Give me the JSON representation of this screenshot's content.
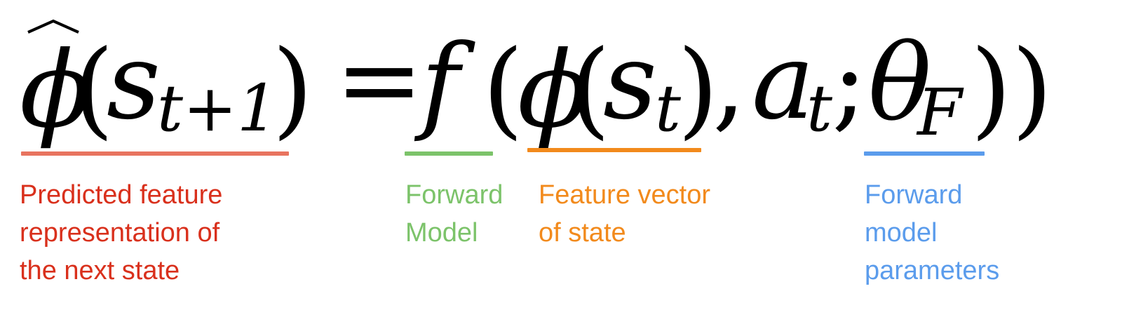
{
  "equation": {
    "phi_hat": "ϕ",
    "hat": "^",
    "open_paren_1": "(",
    "s": "s",
    "sub_t_plus_1": "t+1",
    "close_paren_1": ")",
    "equals": "=",
    "f": "f",
    "open_paren_2": "(",
    "phi": "ϕ",
    "open_paren_3": "(",
    "s2": "s",
    "sub_t": "t",
    "close_paren_3": ")",
    "comma": ",",
    "a": "a",
    "sub_t_2": "t",
    "semicolon": ";",
    "theta": "θ",
    "sub_F": "F",
    "close_parens": "))"
  },
  "annotations": [
    {
      "id": "predicted",
      "text": "Predicted feature\nrepresentation of\nthe next state",
      "color": "#d9301c",
      "bar_color": "#e8745f"
    },
    {
      "id": "forward-model",
      "text": "Forward\nModel",
      "color": "#7cc36a",
      "bar_color": "#7cc36a"
    },
    {
      "id": "feature-vector",
      "text": "Feature vector\nof state",
      "color": "#f28a1c",
      "bar_color": "#f28a1c"
    },
    {
      "id": "params",
      "text": "Forward\nmodel\nparameters",
      "color": "#5b9cec",
      "bar_color": "#5b9cec"
    }
  ]
}
